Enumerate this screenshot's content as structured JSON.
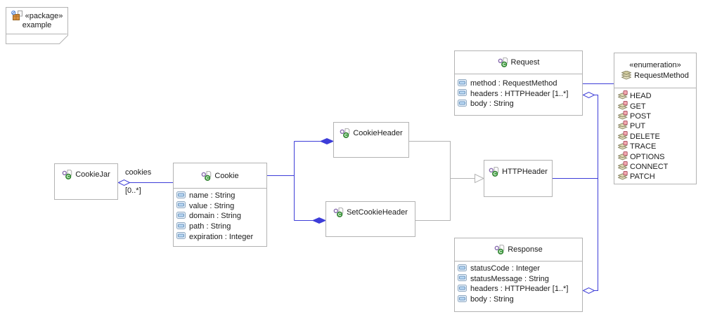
{
  "package": {
    "stereotype": "«package»",
    "name": "example"
  },
  "classes": {
    "cookiejar": {
      "name": "CookieJar"
    },
    "cookie": {
      "name": "Cookie",
      "attributes": [
        "name : String",
        "value : String",
        "domain : String",
        "path : String",
        "expiration : Integer"
      ]
    },
    "cookieheader": {
      "name": "CookieHeader"
    },
    "setcookieheader": {
      "name": "SetCookieHeader"
    },
    "httpheader": {
      "name": "HTTPHeader"
    },
    "request": {
      "name": "Request",
      "attributes": [
        "method : RequestMethod",
        "headers : HTTPHeader [1..*]",
        "body : String"
      ]
    },
    "response": {
      "name": "Response",
      "attributes": [
        "statusCode : Integer",
        "statusMessage : String",
        "headers : HTTPHeader [1..*]",
        "body : String"
      ]
    }
  },
  "enumeration": {
    "stereotype": "«enumeration»",
    "name": "RequestMethod",
    "literals": [
      "HEAD",
      "GET",
      "POST",
      "PUT",
      "DELETE",
      "TRACE",
      "OPTIONS",
      "CONNECT",
      "PATCH"
    ]
  },
  "edges": {
    "cookiejar_cookie": {
      "label": "cookies",
      "multiplicity": "[0..*]"
    }
  },
  "colors": {
    "association": "#3d3dd8",
    "generalization": "#b3b3b3",
    "border": "#b3b3b3"
  }
}
